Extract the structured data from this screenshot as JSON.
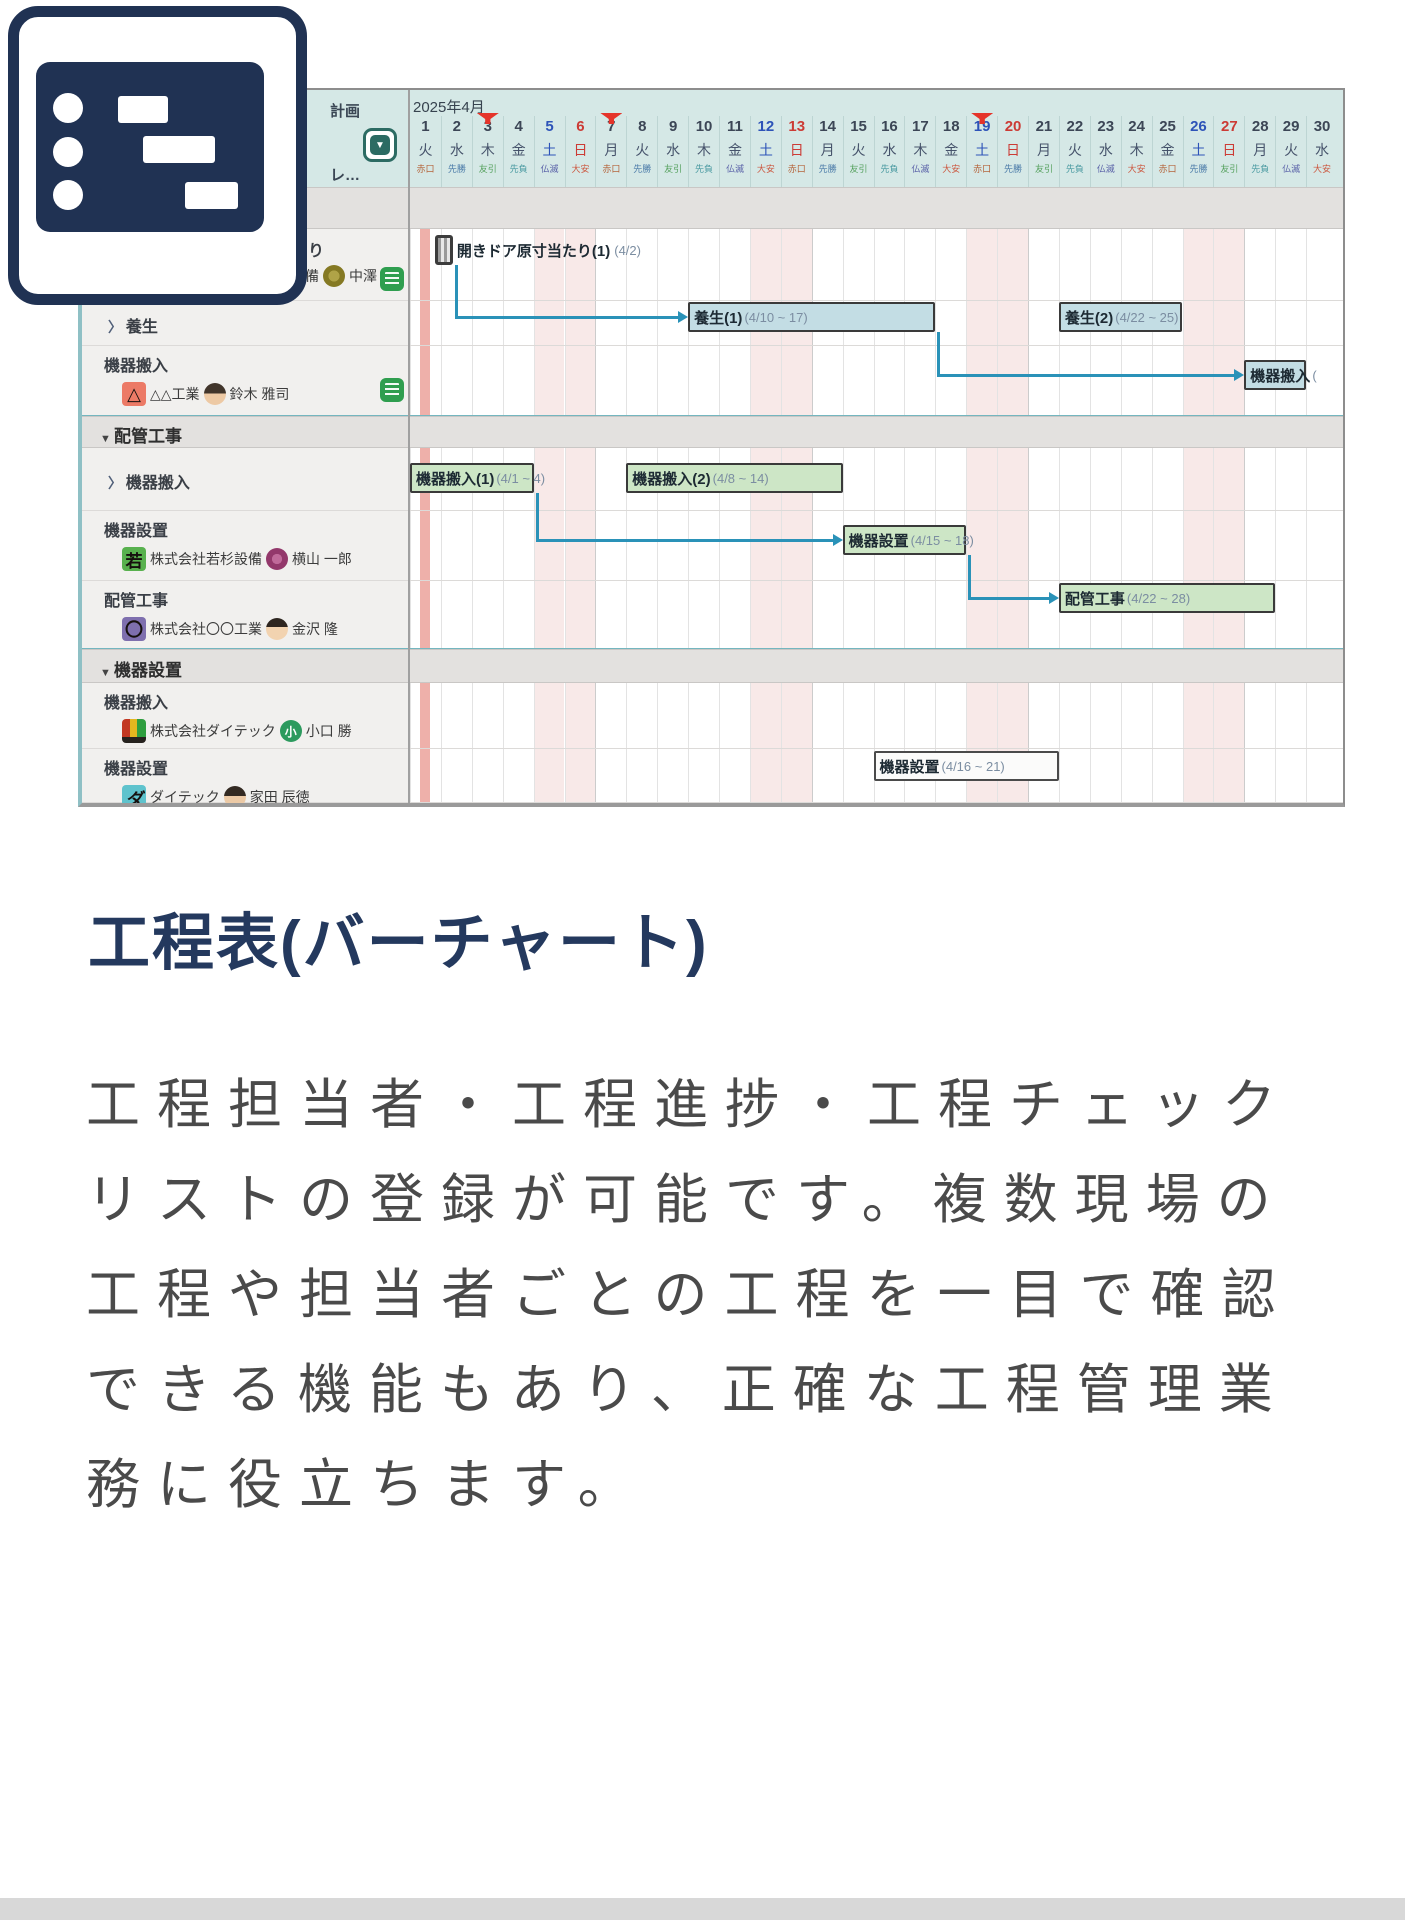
{
  "heading": "工程表(バーチャート)",
  "paragraph_lines": [
    "工程担当者・工程進捗・工程チェック",
    "リストの登録が可能です。複数現場の",
    "工程や担当者ごとの工程を一目で確認",
    "できる機能もあり、正確な工程管理業",
    "務に役立ちます。"
  ],
  "colors": {
    "accent_navy": "#203253",
    "dependency_teal": "#2a92b8",
    "saturday_blue": "#2d53b8",
    "sunday_red": "#cc3b35",
    "bar_green": "#cde6c6",
    "bar_blue": "#c3dde4"
  },
  "gantt": {
    "month_label": "2025年4月",
    "panel_header": {
      "fragment_top": "計画",
      "fragment_bottom": "レ…"
    },
    "rokuyo_colors": {
      "赤口": "#b5653c",
      "先勝": "#4a7aa8",
      "友引": "#54a05c",
      "先負": "#4899a0",
      "仏滅": "#5a62a8",
      "大安": "#cc5840"
    },
    "days": [
      {
        "d": "1",
        "w": "火",
        "r": "赤口",
        "t": "wd"
      },
      {
        "d": "2",
        "w": "水",
        "r": "先勝",
        "t": "wd"
      },
      {
        "d": "3",
        "w": "木",
        "r": "友引",
        "t": "wd",
        "f": true
      },
      {
        "d": "4",
        "w": "金",
        "r": "先負",
        "t": "wd"
      },
      {
        "d": "5",
        "w": "土",
        "r": "仏滅",
        "t": "sa"
      },
      {
        "d": "6",
        "w": "日",
        "r": "大安",
        "t": "su"
      },
      {
        "d": "7",
        "w": "月",
        "r": "赤口",
        "t": "wd",
        "f": true
      },
      {
        "d": "8",
        "w": "火",
        "r": "先勝",
        "t": "wd"
      },
      {
        "d": "9",
        "w": "水",
        "r": "友引",
        "t": "wd"
      },
      {
        "d": "10",
        "w": "木",
        "r": "先負",
        "t": "wd"
      },
      {
        "d": "11",
        "w": "金",
        "r": "仏滅",
        "t": "wd"
      },
      {
        "d": "12",
        "w": "土",
        "r": "大安",
        "t": "sa"
      },
      {
        "d": "13",
        "w": "日",
        "r": "赤口",
        "t": "su"
      },
      {
        "d": "14",
        "w": "月",
        "r": "先勝",
        "t": "wd"
      },
      {
        "d": "15",
        "w": "火",
        "r": "友引",
        "t": "wd"
      },
      {
        "d": "16",
        "w": "水",
        "r": "先負",
        "t": "wd"
      },
      {
        "d": "17",
        "w": "木",
        "r": "仏滅",
        "t": "wd"
      },
      {
        "d": "18",
        "w": "金",
        "r": "大安",
        "t": "wd"
      },
      {
        "d": "19",
        "w": "土",
        "r": "赤口",
        "t": "sa",
        "f": true
      },
      {
        "d": "20",
        "w": "日",
        "r": "先勝",
        "t": "su"
      },
      {
        "d": "21",
        "w": "月",
        "r": "友引",
        "t": "wd"
      },
      {
        "d": "22",
        "w": "火",
        "r": "先負",
        "t": "wd"
      },
      {
        "d": "23",
        "w": "水",
        "r": "仏滅",
        "t": "wd"
      },
      {
        "d": "24",
        "w": "木",
        "r": "大安",
        "t": "wd"
      },
      {
        "d": "25",
        "w": "金",
        "r": "赤口",
        "t": "wd"
      },
      {
        "d": "26",
        "w": "土",
        "r": "先勝",
        "t": "sa"
      },
      {
        "d": "27",
        "w": "日",
        "r": "友引",
        "t": "su"
      },
      {
        "d": "28",
        "w": "月",
        "r": "先負",
        "t": "wd"
      },
      {
        "d": "29",
        "w": "火",
        "r": "仏滅",
        "t": "wd"
      },
      {
        "d": "30",
        "w": "水",
        "r": "大安",
        "t": "wd"
      }
    ],
    "rows": [
      {
        "type": "group",
        "label": ""
      },
      {
        "type": "task",
        "name": "り",
        "company": "備",
        "person": "中澤",
        "avatar": "olive-emblem",
        "avatar_text": "",
        "checklist": true,
        "fragment": true
      },
      {
        "type": "collapsed",
        "name": "養生"
      },
      {
        "type": "task",
        "name": "機器搬入",
        "company": "△△工業",
        "person": "鈴木 雅司",
        "logo": "triangle",
        "logo_text": "△",
        "avatar": "face-dark",
        "checklist": true
      },
      {
        "type": "group",
        "label": "配管工事"
      },
      {
        "type": "collapsed",
        "name": "機器搬入"
      },
      {
        "type": "task",
        "name": "機器設置",
        "company": "株式会社若杉設備",
        "person": "横山 一郎",
        "logo": "waka",
        "logo_text": "若",
        "avatar": "seal-magenta"
      },
      {
        "type": "task",
        "name": "配管工事",
        "company": "株式会社〇〇工業",
        "person": "金沢 隆",
        "logo": "circle",
        "logo_text": "〇",
        "avatar": "face-boy"
      },
      {
        "type": "group",
        "label": "機器設置"
      },
      {
        "type": "task",
        "name": "機器搬入",
        "company": "株式会社ダイテック",
        "person": "小口 勝",
        "logo": "stripes",
        "logo_text": "",
        "avatar": "circle-ko",
        "avatar_text": "小"
      },
      {
        "type": "task",
        "name": "機器設置",
        "company": "ダイテック",
        "person": "家田 辰徳",
        "logo": "da",
        "logo_text": "ダ",
        "avatar": "face-2"
      }
    ],
    "bars": [
      {
        "id": "b1",
        "row": 1,
        "type": "milestone",
        "start": 2,
        "end": 2,
        "label": "開きドア原寸当たり(1)",
        "date": "(4/2)"
      },
      {
        "id": "b2",
        "row": 2,
        "type": "blue",
        "start": 10,
        "end": 17,
        "label": "養生(1)",
        "date": "(4/10 ~ 17)"
      },
      {
        "id": "b3",
        "row": 2,
        "type": "blue",
        "start": 22,
        "end": 25,
        "label": "養生(2)",
        "date": "(4/22 ~ 25)"
      },
      {
        "id": "b4",
        "row": 3,
        "type": "blue",
        "start": 28,
        "end": 29,
        "label": "機器搬入",
        "date": "("
      },
      {
        "id": "b5",
        "row": 5,
        "type": "green",
        "start": 1,
        "end": 4,
        "label": "機器搬入(1)",
        "date": "(4/1 ~ 4)"
      },
      {
        "id": "b6",
        "row": 5,
        "type": "green",
        "start": 8,
        "end": 14,
        "label": "機器搬入(2)",
        "date": "(4/8 ~ 14)"
      },
      {
        "id": "b7",
        "row": 6,
        "type": "green",
        "start": 15,
        "end": 18,
        "label": "機器設置",
        "date": "(4/15 ~ 18)"
      },
      {
        "id": "b8",
        "row": 7,
        "type": "green",
        "start": 22,
        "end": 28,
        "label": "配管工事",
        "date": "(4/22 ~ 28)"
      },
      {
        "id": "b9",
        "row": 10,
        "type": "plain",
        "start": 16,
        "end": 21,
        "label": "機器設置",
        "date": "(4/16 ~ 21)"
      }
    ],
    "deps": [
      {
        "from": "b1",
        "to": "b2"
      },
      {
        "from": "b2",
        "to": "b4"
      },
      {
        "from": "b5",
        "to": "b7"
      },
      {
        "from": "b7",
        "to": "b8"
      }
    ]
  }
}
